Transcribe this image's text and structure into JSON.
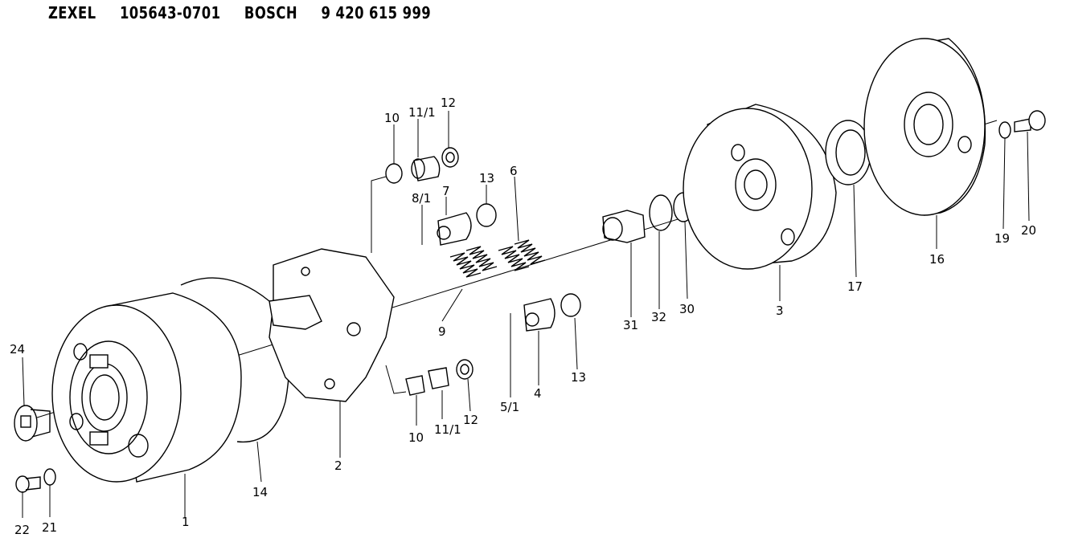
{
  "header": {
    "brand1": "ZEXEL",
    "part1": "105643-0701",
    "brand2": "BOSCH",
    "part2": "9 420 615 999"
  },
  "parts": [
    {
      "id": "p24",
      "label": "24"
    },
    {
      "id": "p22",
      "label": "22"
    },
    {
      "id": "p21",
      "label": "21"
    },
    {
      "id": "p1",
      "label": "1"
    },
    {
      "id": "p14",
      "label": "14"
    },
    {
      "id": "p2",
      "label": "2"
    },
    {
      "id": "p10a",
      "label": "10"
    },
    {
      "id": "p11a",
      "label": "11/1"
    },
    {
      "id": "p12a",
      "label": "12"
    },
    {
      "id": "p10b",
      "label": "10"
    },
    {
      "id": "p11b",
      "label": "11/1"
    },
    {
      "id": "p12b",
      "label": "12"
    },
    {
      "id": "p13a",
      "label": "13"
    },
    {
      "id": "p7",
      "label": "7"
    },
    {
      "id": "p8",
      "label": "8/1"
    },
    {
      "id": "p6",
      "label": "6"
    },
    {
      "id": "p9",
      "label": "9"
    },
    {
      "id": "p5",
      "label": "5/1"
    },
    {
      "id": "p4",
      "label": "4"
    },
    {
      "id": "p13b",
      "label": "13"
    },
    {
      "id": "p31",
      "label": "31"
    },
    {
      "id": "p32",
      "label": "32"
    },
    {
      "id": "p30",
      "label": "30"
    },
    {
      "id": "p3",
      "label": "3"
    },
    {
      "id": "p17",
      "label": "17"
    },
    {
      "id": "p16",
      "label": "16"
    },
    {
      "id": "p19",
      "label": "19"
    },
    {
      "id": "p20",
      "label": "20"
    }
  ]
}
